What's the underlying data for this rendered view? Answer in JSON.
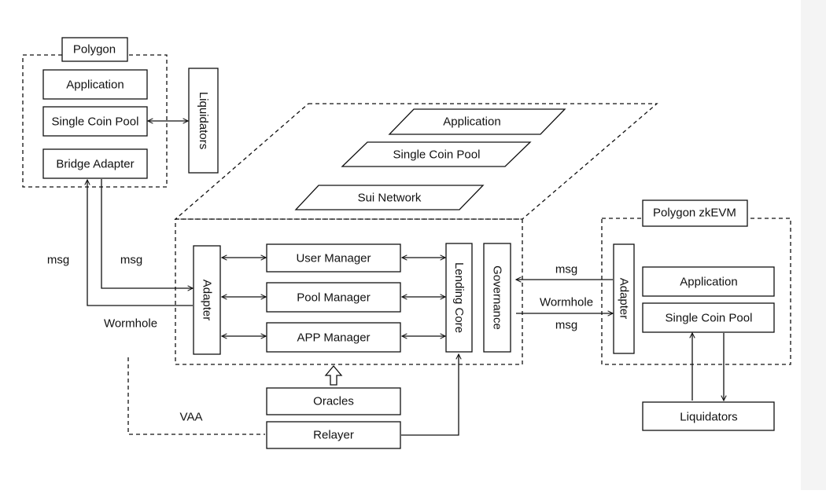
{
  "colors": {
    "line": "#111111",
    "background": "#ffffff",
    "right_edge": "#f4f4f4"
  },
  "polygon": {
    "title": "Polygon",
    "application": "Application",
    "single_coin_pool": "Single Coin Pool",
    "bridge_adapter": "Bridge Adapter",
    "liquidators": "Liquidators"
  },
  "sui": {
    "application": "Application",
    "single_coin_pool": "Single Coin Pool",
    "network": "Sui Network",
    "adapter": "Adapter",
    "user_manager": "User Manager",
    "pool_manager": "Pool Manager",
    "app_manager": "APP Manager",
    "lending_core": "Lending Core",
    "governance": "Governance",
    "oracles": "Oracles",
    "relayer": "Relayer"
  },
  "zkevm": {
    "title": "Polygon zkEVM",
    "adapter": "Adapter",
    "application": "Application",
    "single_coin_pool": "Single Coin Pool",
    "liquidators": "Liquidators"
  },
  "labels": {
    "msg_left_outer": "msg",
    "msg_left_inner": "msg",
    "wormhole_left": "Wormhole",
    "vaa": "VAA",
    "msg_right_top": "msg",
    "wormhole_right": "Wormhole",
    "msg_right_bottom": "msg"
  }
}
